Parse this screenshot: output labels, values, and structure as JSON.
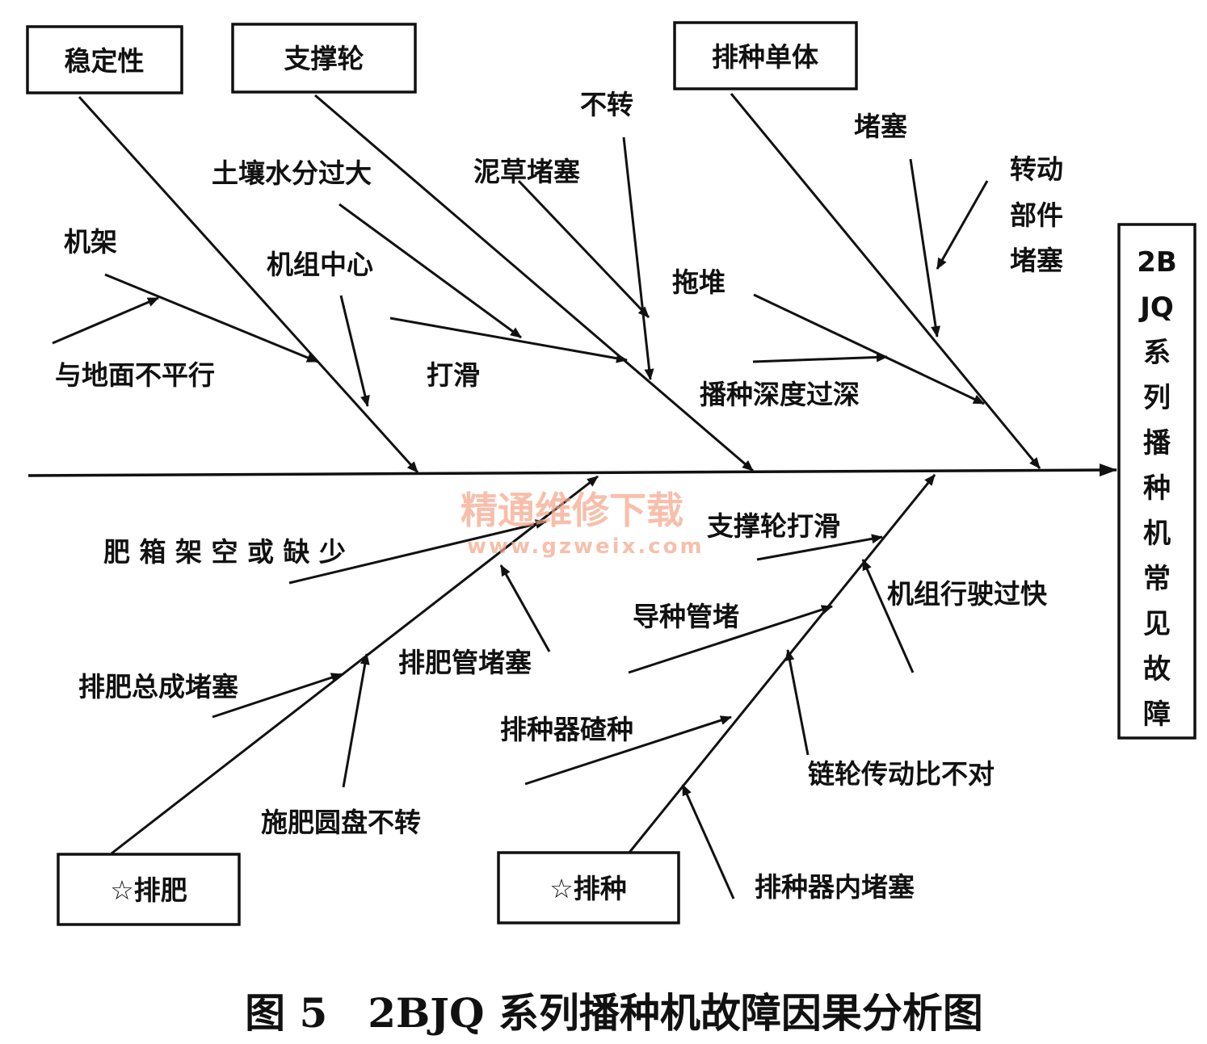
{
  "effect": {
    "lines": [
      "2B",
      "JQ",
      "系",
      "列",
      "播",
      "种",
      "机",
      "常",
      "见",
      "故",
      "障"
    ]
  },
  "categories": {
    "stability": "稳定性",
    "support_wheel": "支撑轮",
    "seeding_unit": "排种单体",
    "fertilizing": "☆排肥",
    "seeding": "☆排种"
  },
  "causes": {
    "frame": "机架",
    "not_parallel": "与地面不平行",
    "soil_moisture": "土壤水分过大",
    "unit_center": "机组中心",
    "slipping": "打滑",
    "mud_grass_clog": "泥草堵塞",
    "not_turning": "不转",
    "clogging": "堵塞",
    "rotating_parts_clog": [
      "转动",
      "部件",
      "堵塞"
    ],
    "dragging_pile": "拖堆",
    "seeding_too_deep": "播种深度过深",
    "fert_box_empty": "肥 箱 架 空 或 缺 少",
    "fert_tube_clog": "排肥管堵塞",
    "fert_assembly_clog": "排肥总成堵塞",
    "fert_disc_not_turning": "施肥圆盘不转",
    "support_wheel_slip": "支撑轮打滑",
    "travel_too_fast": "机组行驶过快",
    "seed_tube_clog": "导种管堵",
    "seed_crushing": "排种器碴种",
    "sprocket_ratio": "链轮传动比不对",
    "metering_clog": "排种器内堵塞"
  },
  "watermark": {
    "title": "精通维修下载",
    "url": "www.gzweix.com"
  },
  "caption": "图 5　2BJQ 系列播种机故障因果分析图"
}
